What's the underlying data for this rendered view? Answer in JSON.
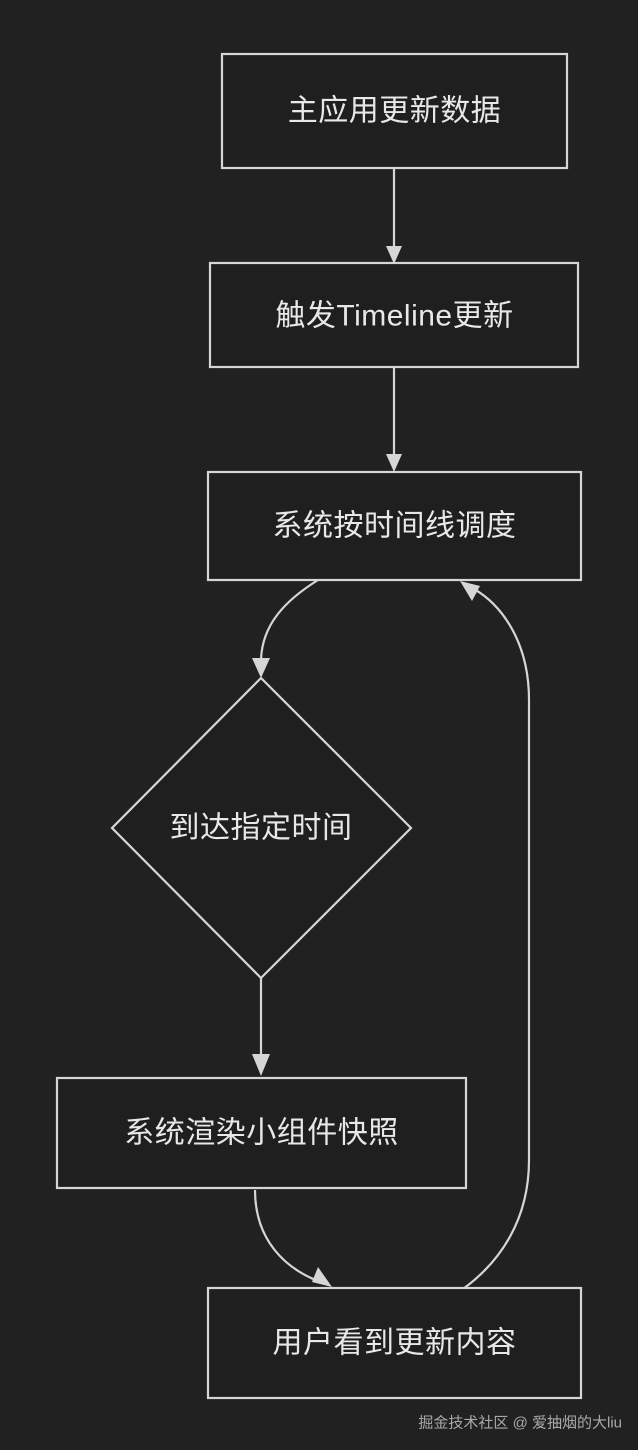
{
  "diagram": {
    "type": "flowchart",
    "direction": "top-to-bottom",
    "background_color": "#212121",
    "stroke_color": "#d6d6d6",
    "text_color": "#e8e8e8",
    "node_fill_color": "#1f1f1f",
    "nodes": [
      {
        "id": "n1",
        "shape": "rectangle",
        "label": "主应用更新数据"
      },
      {
        "id": "n2",
        "shape": "rectangle",
        "label": "触发Timeline更新"
      },
      {
        "id": "n3",
        "shape": "rectangle",
        "label": "系统按时间线调度"
      },
      {
        "id": "n4",
        "shape": "diamond",
        "label": "到达指定时间"
      },
      {
        "id": "n5",
        "shape": "rectangle",
        "label": "系统渲染小组件快照"
      },
      {
        "id": "n6",
        "shape": "rectangle",
        "label": "用户看到更新内容"
      }
    ],
    "edges": [
      {
        "from": "n1",
        "to": "n2",
        "label": ""
      },
      {
        "from": "n2",
        "to": "n3",
        "label": ""
      },
      {
        "from": "n3",
        "to": "n4",
        "label": ""
      },
      {
        "from": "n4",
        "to": "n5",
        "label": ""
      },
      {
        "from": "n5",
        "to": "n6",
        "label": ""
      },
      {
        "from": "n6",
        "to": "n3",
        "label": ""
      }
    ]
  },
  "watermark": {
    "text": "掘金技术社区 @ 爱抽烟的大liu"
  }
}
